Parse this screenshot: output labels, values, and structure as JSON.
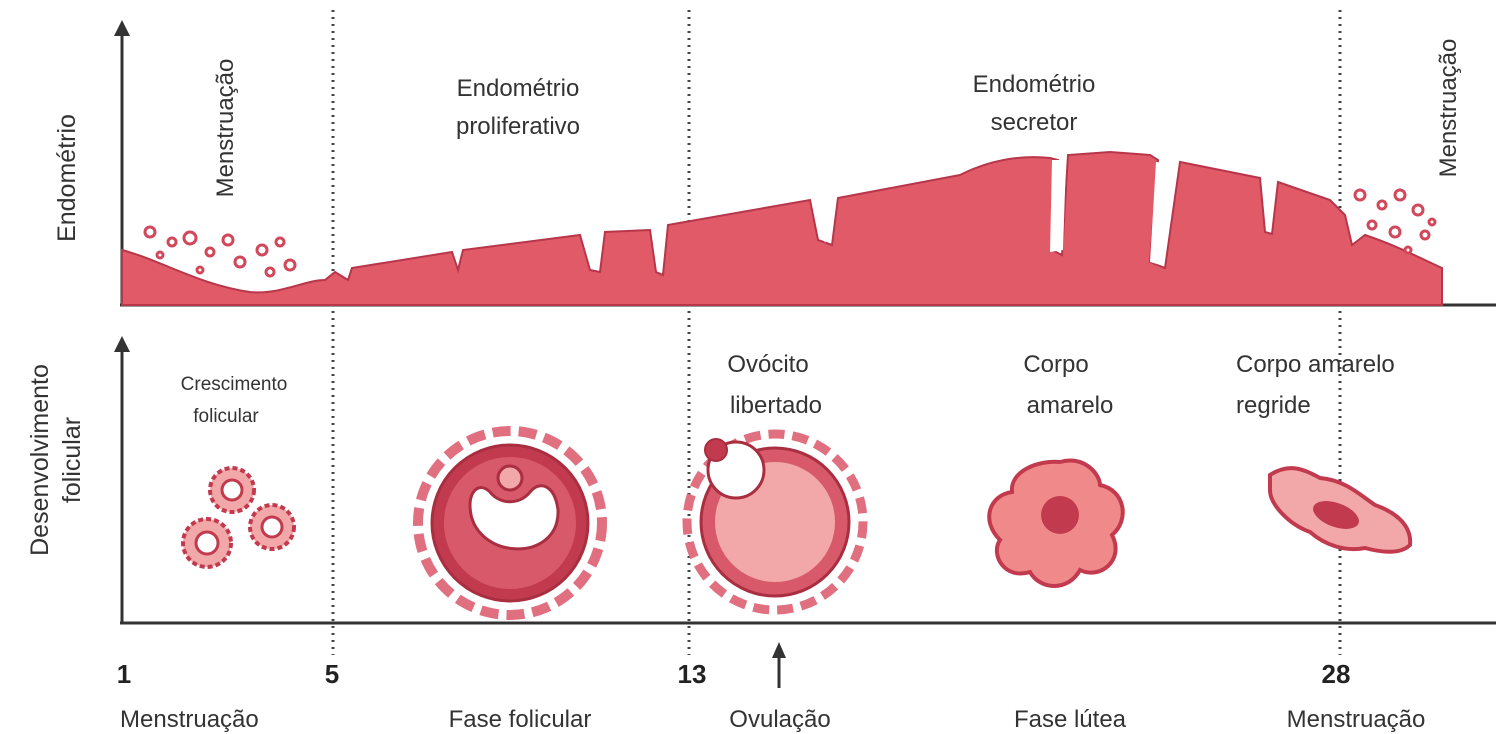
{
  "axes": {
    "top_ylabel": "Endométrio",
    "bottom_ylabel_line1": "Desenvolvimento",
    "bottom_ylabel_line2": "folicular"
  },
  "top_panel": {
    "menstruation_left": "Menstruação",
    "menstruation_right": "Menstruação",
    "proliferative_line1": "Endométrio",
    "proliferative_line2": "proliferativo",
    "secretory_line1": "Endométrio",
    "secretory_line2": "secretor"
  },
  "bottom_panel": {
    "follicular_growth_line1": "Crescimento",
    "follicular_growth_line2": "folicular",
    "oocyte_line1": "Ovócito",
    "oocyte_line2": "libertado",
    "corpus_line1": "Corpo",
    "corpus_line2": "amarelo",
    "corpus_regress_line1": "Corpo amarelo",
    "corpus_regress_line2": "regride"
  },
  "days": [
    "1",
    "5",
    "13",
    "28"
  ],
  "phases": {
    "menstruation": "Menstruação",
    "follicular": "Fase folicular",
    "ovulation": "Ovulação",
    "luteal": "Fase lútea",
    "menstruation_end": "Menstruação"
  },
  "colors": {
    "endometrium": "#e05a68",
    "endometrium_dark": "#b8364a",
    "follicle_light": "#f2a8a8",
    "follicle_dark": "#c23a4e",
    "axis": "#333333"
  }
}
